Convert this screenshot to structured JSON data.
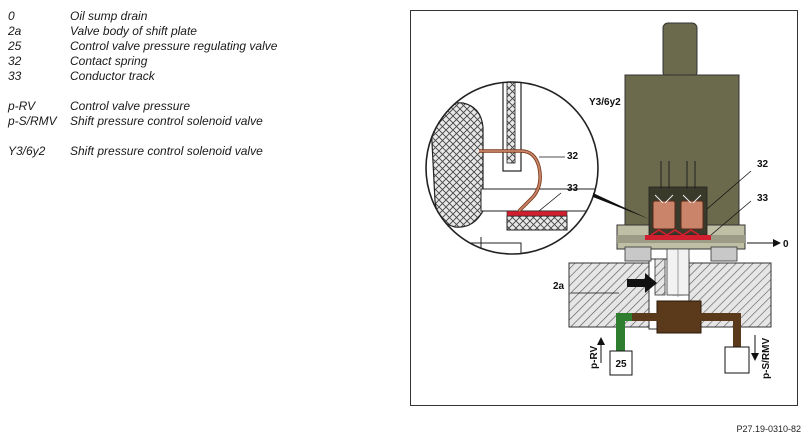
{
  "legend": {
    "items": [
      {
        "key": "0",
        "desc": "Oil sump drain"
      },
      {
        "key": "2a",
        "desc": "Valve body of shift plate"
      },
      {
        "key": "25",
        "desc": "Control valve pressure regulating valve"
      },
      {
        "key": "32",
        "desc": "Contact spring"
      },
      {
        "key": "33",
        "desc": "Conductor track"
      }
    ],
    "pressures": [
      {
        "key": "p-RV",
        "desc": "Control valve pressure"
      },
      {
        "key": "p-S/RMV",
        "desc": "Shift pressure control solenoid valve"
      }
    ],
    "component": {
      "key": "Y3/6y2",
      "desc": "Shift pressure control solenoid valve"
    }
  },
  "diagram": {
    "label_component": "Y3/6y2",
    "label_32": "32",
    "label_33": "33",
    "label_0": "0",
    "label_2a": "2a",
    "label_25": "25",
    "label_prv": "p-RV",
    "label_psrmv": "p-S/RMV",
    "detail_32": "32",
    "detail_33": "33"
  },
  "figure_ref": "P27.19-0310-82",
  "colors": {
    "valve_body": "#6b6a4c",
    "coil": "#c9846a",
    "channel": "#5a3a1a",
    "green_line": "#2f7d2f",
    "conductor": "#d21f2f"
  }
}
